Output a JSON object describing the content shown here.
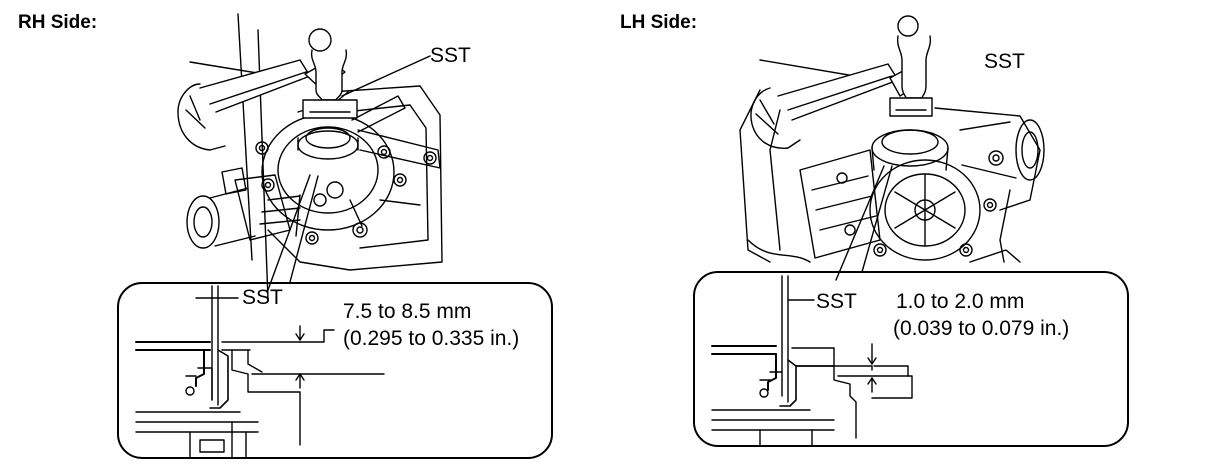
{
  "rh": {
    "title": "RH Side:",
    "sst_top": "SST",
    "sst_detail": "SST",
    "measure_line1": "7.5 to 8.5 mm",
    "measure_line2": "(0.295 to 0.335 in.)"
  },
  "lh": {
    "title": "LH Side:",
    "sst_top": "SST",
    "sst_detail": "SST",
    "measure_line1": "1.0 to 2.0 mm",
    "measure_line2": "(0.039 to 0.079 in.)"
  }
}
